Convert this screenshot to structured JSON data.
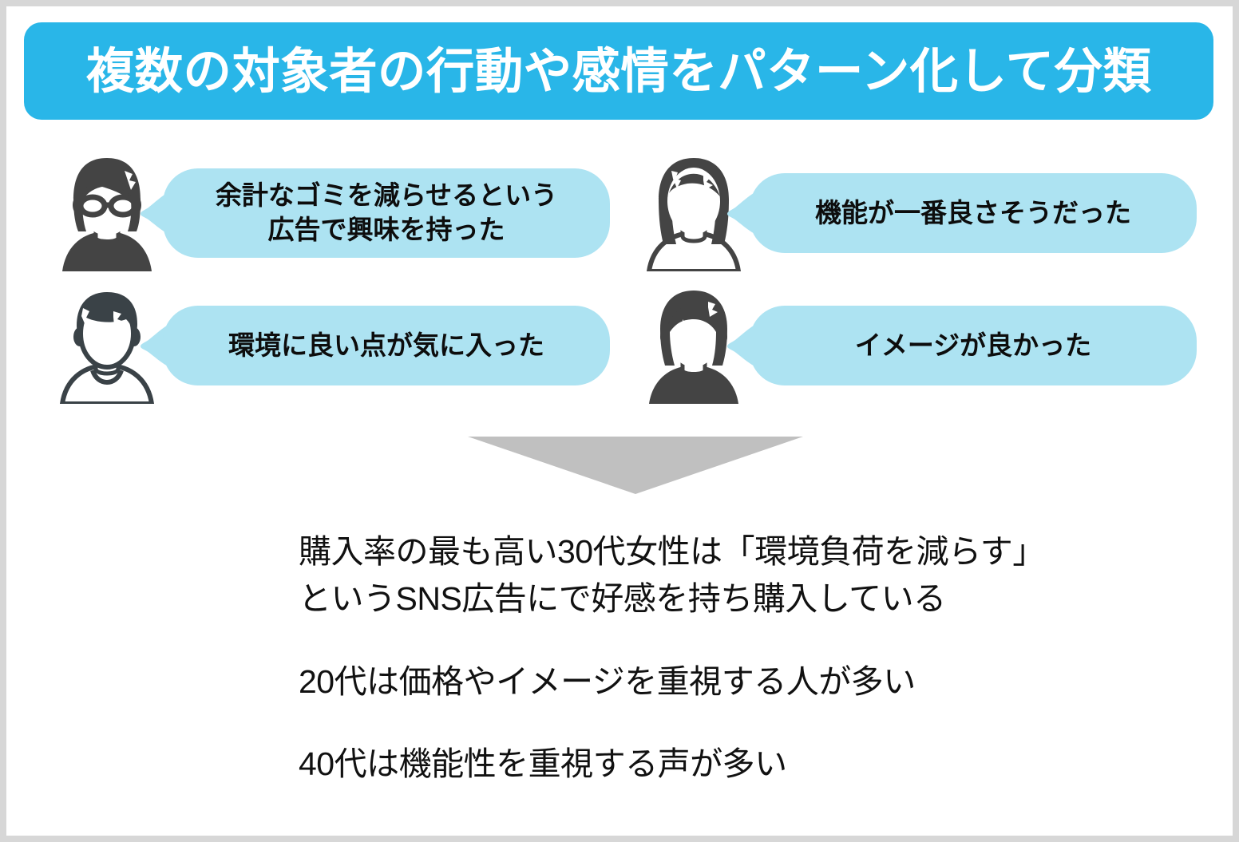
{
  "slide": {
    "title": "複数の対象者の行動や感情をパターン化して分類",
    "background_color": "#ffffff",
    "frame_color": "#d7d7d7",
    "title_bar_color": "#29b6e8",
    "title_text_color": "#ffffff",
    "bubble_color": "#ade3f2",
    "arrow_color": "#c0c0c0"
  },
  "personas": [
    {
      "avatar": "woman-with-glasses-avatar",
      "avatar_style": "filled",
      "quote": "余計なゴミを減らせるという\n広告で興味を持った"
    },
    {
      "avatar": "woman-long-hair-avatar",
      "avatar_style": "outline",
      "quote": "機能が一番良さそうだった"
    },
    {
      "avatar": "person-short-hair-avatar",
      "avatar_style": "outline",
      "quote": "環境に良い点が気に入った"
    },
    {
      "avatar": "woman-medium-hair-avatar",
      "avatar_style": "filled",
      "quote": "イメージが良かった"
    }
  ],
  "arrow": {
    "name": "down-arrow-icon",
    "direction": "down"
  },
  "conclusion": {
    "paragraphs": [
      "購入率の最も高い30代女性は「環境負荷を減らす」\nというSNS広告にで好感を持ち購入している",
      "20代は価格やイメージを重視する人が多い",
      "40代は機能性を重視する声が多い"
    ]
  }
}
